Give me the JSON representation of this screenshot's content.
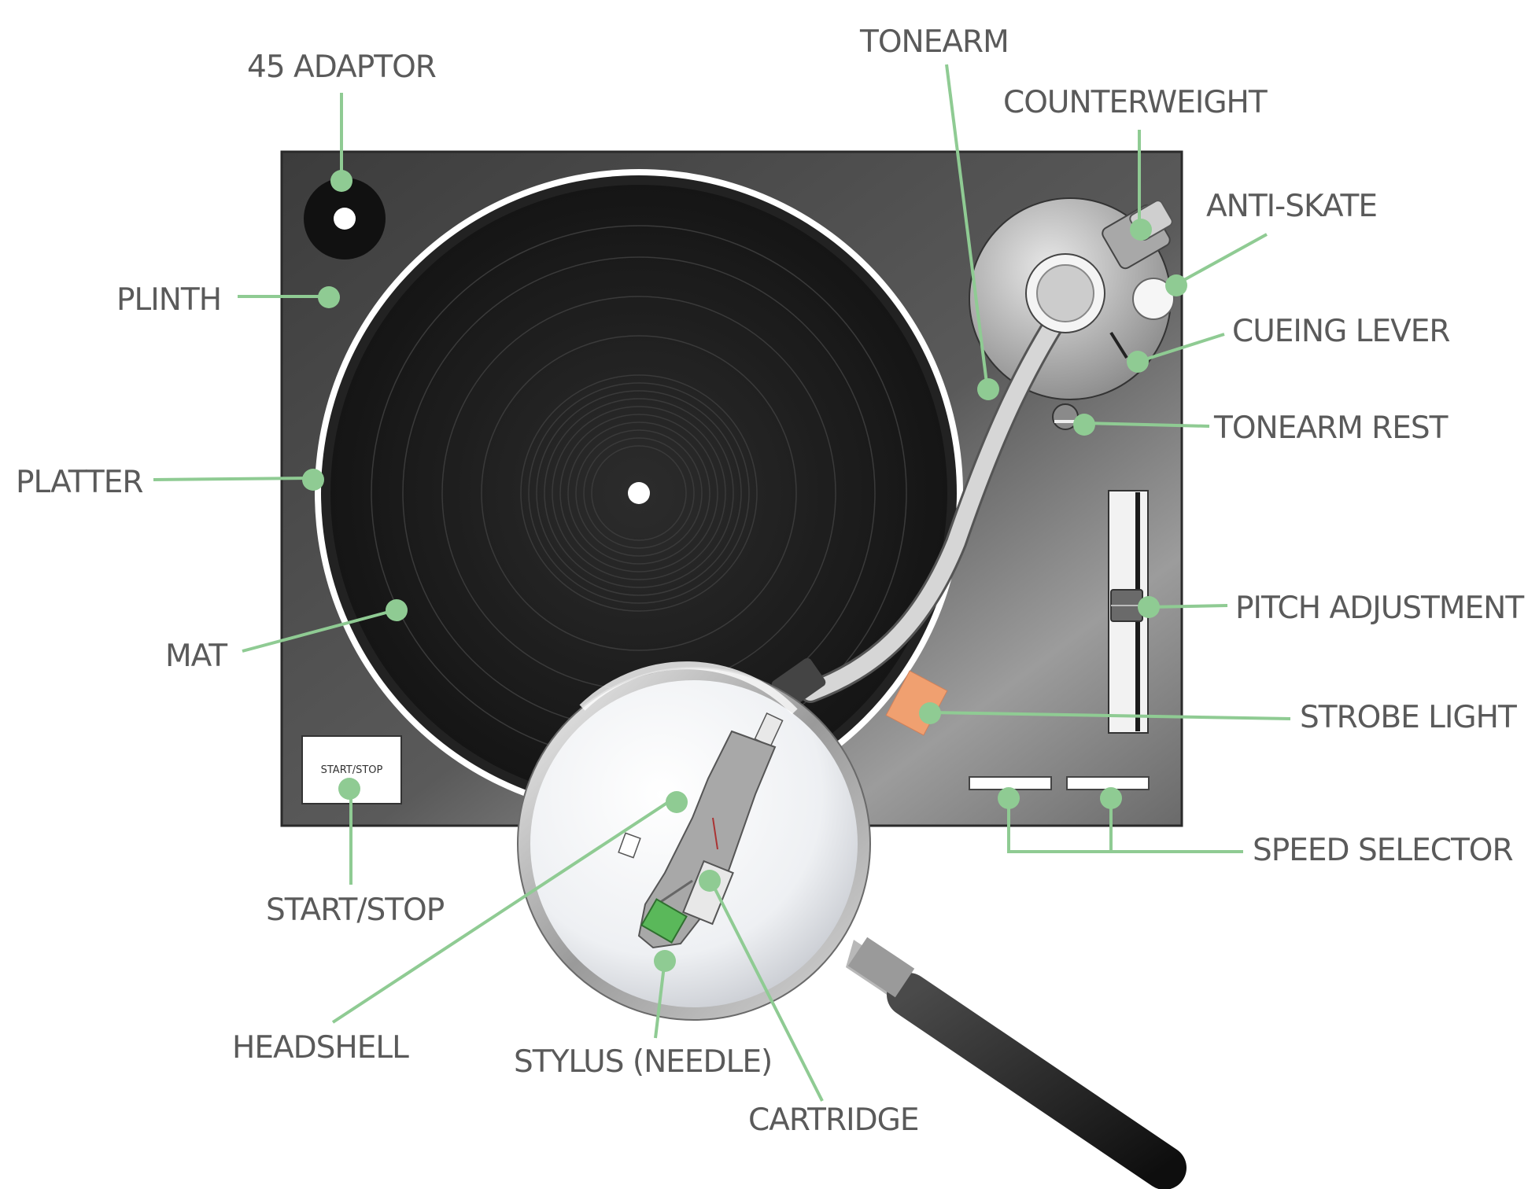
{
  "colors": {
    "leader": "#8fcb93",
    "plinth_dark": "#3a3a3a",
    "plinth_light": "#9a9a9a",
    "record": "#1a1a1a",
    "strobe": "#f0a070",
    "label_text": "#5a5a5a"
  },
  "labels": {
    "adaptor_45": "45 ADAPTOR",
    "plinth": "PLINTH",
    "platter": "PLATTER",
    "mat": "MAT",
    "start_stop": "START/STOP",
    "headshell": "HEADSHELL",
    "stylus": "STYLUS (NEEDLE)",
    "cartridge": "CARTRIDGE",
    "tonearm": "TONEARM",
    "counterweight": "COUNTERWEIGHT",
    "anti_skate": "ANTI-SKATE",
    "cueing_lever": "CUEING LEVER",
    "tonearm_rest": "TONEARM REST",
    "pitch_adjustment": "PITCH ADJUSTMENT",
    "strobe_light": "STROBE LIGHT",
    "speed_selector": "SPEED SELECTOR"
  },
  "button": {
    "start_stop_text": "START/STOP"
  }
}
